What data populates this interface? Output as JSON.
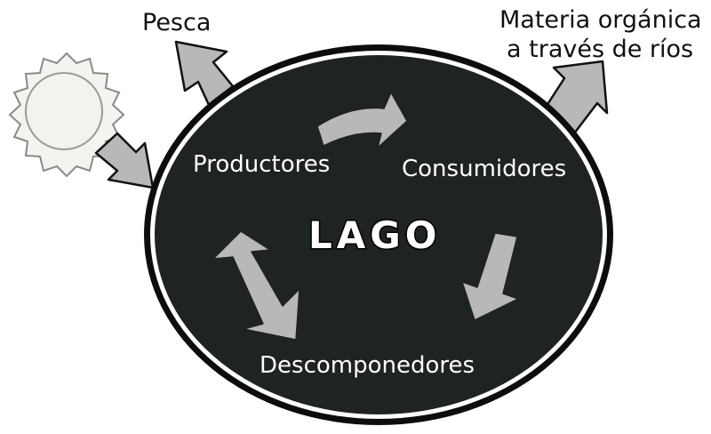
{
  "diagram": {
    "outside": {
      "fishing_label": "Pesca",
      "organic_matter_line1": "Materia orgánica",
      "organic_matter_line2": "a través de ríos"
    },
    "lake": {
      "title": "LAGO",
      "producers": "Productores",
      "consumers": "Consumidores",
      "decomposers": "Descomponedores"
    },
    "colors": {
      "lake_fill": "#1f2322",
      "lake_ring": "#ffffff",
      "arrow_fill": "#b8b8b8",
      "sun_fill": "#f2f2ee"
    },
    "icons": [
      "sun-icon"
    ]
  }
}
